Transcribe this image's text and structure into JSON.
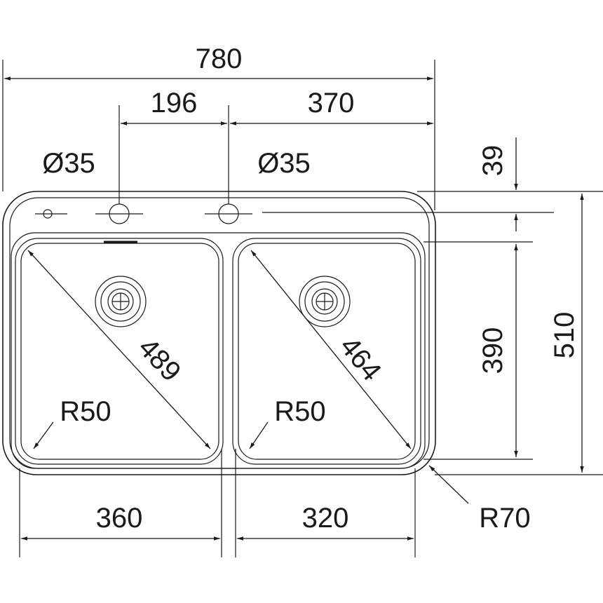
{
  "dimensions": {
    "overall_width": "780",
    "tap_to_hole": "196",
    "hole_to_edge": "370",
    "tap_hole_1": "Ø35",
    "tap_hole_2": "Ø35",
    "top_margin": "39",
    "bowl_depth": "390",
    "overall_depth": "510",
    "left_diagonal": "489",
    "right_diagonal": "464",
    "left_radius": "R50",
    "right_radius": "R50",
    "outer_radius": "R70",
    "left_bowl_width": "360",
    "right_bowl_width": "320"
  }
}
